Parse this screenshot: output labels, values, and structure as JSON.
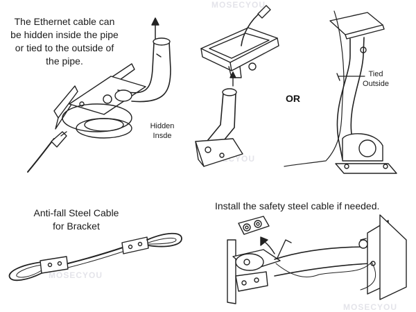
{
  "labels": {
    "ethernet_note_line1": "The Ethernet cable can",
    "ethernet_note_line2": "be hidden inside the pipe",
    "ethernet_note_line3": "or tied to the outside of",
    "ethernet_note_line4": "the pipe.",
    "hidden_line1": "Hidden",
    "hidden_line2": "Insde",
    "or": "OR",
    "tied_line1": "Tied",
    "tied_line2": "Outside",
    "anti_fall_line1": "Anti-fall Steel Cable",
    "anti_fall_line2": "for Bracket",
    "safety_note": "Install the safety steel cable if needed."
  },
  "watermark": {
    "brand_text": "MOSECYOU"
  },
  "colors": {
    "line": "#222222",
    "watermark": "#e4e4ea"
  }
}
